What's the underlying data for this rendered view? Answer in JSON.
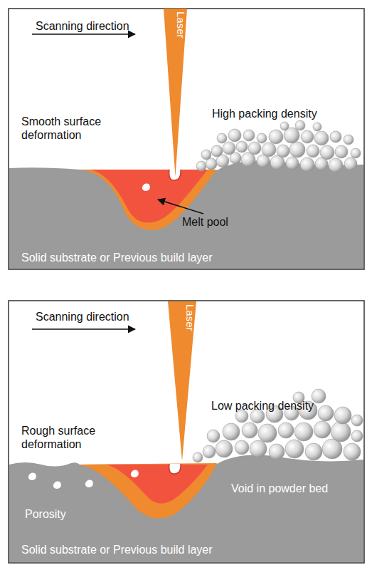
{
  "diagram": {
    "nodes": [
      {
        "text": [
          "Laser"
        ]
      },
      {
        "text": [
          "Laser"
        ]
      }
    ],
    "labels": [
      "Scanning direction",
      "Smooth surface deformation",
      "High packing density",
      "Melt pool",
      "Solid substrate or Previous build layer",
      "Scanning direction",
      "Low packing density",
      "Rough surface deformation",
      "Void in powder bed",
      "Porosity",
      "Solid substrate or Previous build layer"
    ]
  }
}
